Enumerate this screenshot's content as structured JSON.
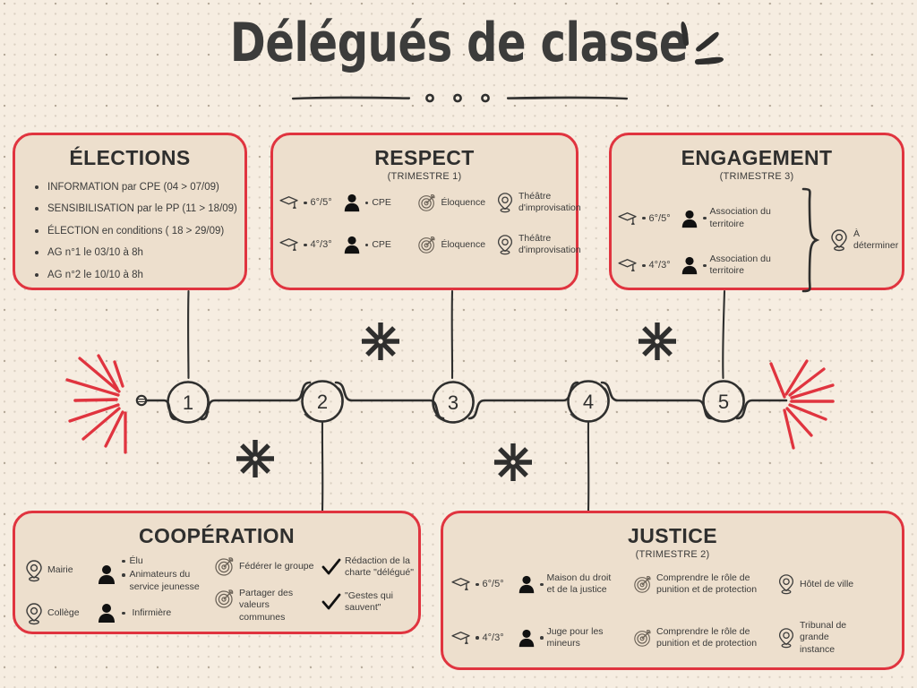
{
  "header": {
    "title": "Délégués de classe",
    "spark_icon": "sparkle-lines-icon",
    "divider_icon": "divider-three-dots-icon"
  },
  "colors": {
    "background": "#f6ede1",
    "card_fill": "#eddfcd",
    "card_border_red": "#e0343f",
    "ink": "#2f2f2e",
    "text": "#3b3b3a",
    "icon_outline": "#3c3c3b",
    "burst_red": "#e0343f"
  },
  "cards": {
    "elections": {
      "title": "ÉLECTIONS",
      "items": [
        "INFORMATION par CPE (04 > 07/09)",
        "SENSIBILISATION par le PP (11 >  18/09)",
        "ÉLECTION en conditions ( 18 > 29/09)",
        "AG n°1 le 03/10 à 8h",
        "AG n°2 le 10/10 à 8h"
      ]
    },
    "respect": {
      "title": "RESPECT",
      "subtitle": "(TRIMESTRE 1)",
      "rows": [
        {
          "level": "6°/5°",
          "person": "CPE",
          "goal": "Éloquence",
          "place": "Théâtre d'improvisation"
        },
        {
          "level": "4°/3°",
          "person": "CPE",
          "goal": "Éloquence",
          "place": "Théâtre d'improvisation"
        }
      ]
    },
    "engagement": {
      "title": "ENGAGEMENT",
      "subtitle": "(TRIMESTRE 3)",
      "rows": [
        {
          "level": "6°/5°",
          "person": "Association du territoire"
        },
        {
          "level": "4°/3°",
          "person": "Association du territoire"
        }
      ],
      "brace_place": "À déterminer"
    },
    "cooperation": {
      "title": "COOPÉRATION",
      "places": [
        "Mairie",
        "Collège"
      ],
      "people_group_1": [
        "Élu",
        "Animateurs du service jeunesse"
      ],
      "people_group_2": [
        "Infirmière"
      ],
      "goals": [
        "Fédérer le groupe",
        "Partager des valeurs communes"
      ],
      "checks": [
        "Rédaction de la charte \"délégué\"",
        "\"Gestes qui sauvent\""
      ]
    },
    "justice": {
      "title": "JUSTICE",
      "subtitle": "(TRIMESTRE 2)",
      "rows": [
        {
          "level": "6°/5°",
          "person": "Maison du droit et de la justice",
          "goal": "Comprendre le rôle de punition et de protection",
          "place": "Hôtel de ville"
        },
        {
          "level": "4°/3°",
          "person": "Juge pour les mineurs",
          "goal": "Comprendre le rôle de punition et de protection",
          "place": "Tribunal de grande instance"
        }
      ]
    }
  },
  "timeline": {
    "nodes": [
      {
        "label": "1"
      },
      {
        "label": "2"
      },
      {
        "label": "3"
      },
      {
        "label": "4"
      },
      {
        "label": "5"
      }
    ],
    "decorations": {
      "left_burst": "red-burst-icon",
      "right_burst": "red-burst-icon",
      "stars": [
        "asterisk-star-icon",
        "asterisk-star-icon",
        "asterisk-star-icon",
        "asterisk-star-icon"
      ]
    }
  },
  "icon_names": {
    "graduation": "graduation-cap-icon",
    "person": "person-silhouette-icon",
    "target": "target-dart-icon",
    "pin": "map-pin-icon",
    "check": "checkmark-icon",
    "brace": "curly-brace-icon"
  }
}
